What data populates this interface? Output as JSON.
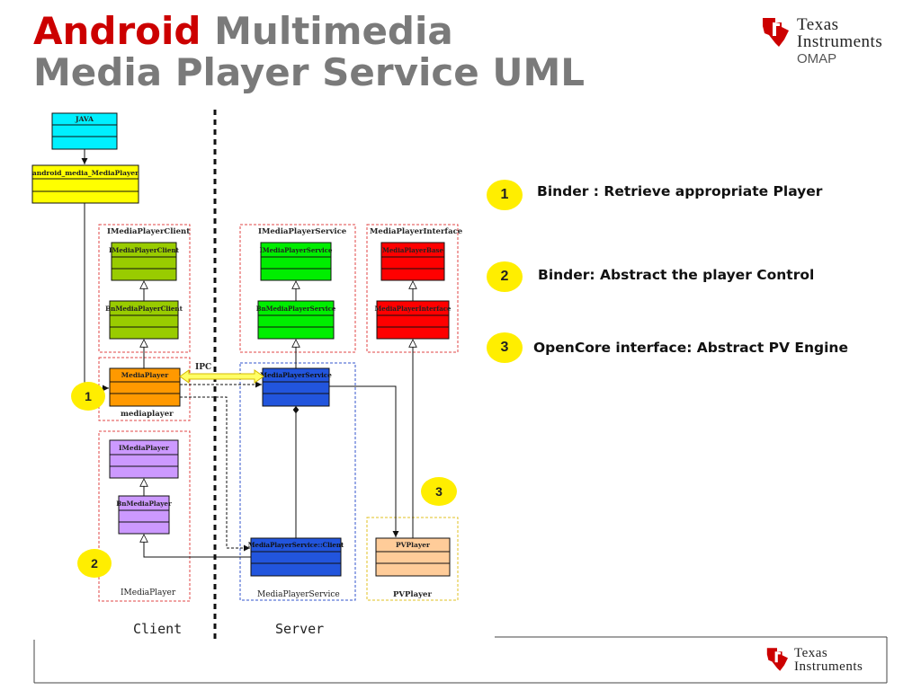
{
  "title": {
    "word1": "Android",
    "word2": " Multimedia",
    "line2": "Media Player Service UML"
  },
  "logo_top": {
    "line1": "Texas",
    "line2": "Instruments",
    "line3": "OMAP"
  },
  "logo_bottom": {
    "line1": "Texas",
    "line2": "Instruments"
  },
  "callouts": [
    {
      "number": "1",
      "text": "Binder : Retrieve appropriate Player"
    },
    {
      "number": "2",
      "text": "Binder: Abstract the player Control"
    },
    {
      "number": "3",
      "text": "OpenCore interface: Abstract PV Engine"
    }
  ],
  "diagram": {
    "classes": {
      "java": "JAVA",
      "android_media": "android_media_MediaPlayer",
      "imp_client": "IMediaPlayerClient",
      "bn_client": "BnMediaPlayerClient",
      "mediaplayer": "MediaPlayer",
      "imediaplayer": "IMediaPlayer",
      "bnmediaplayer": "BnMediaPlayer",
      "imp_service": "IMediaPlayerService",
      "bn_service": "BnMediaPlayerService",
      "mp_service": "MediaPlayerService",
      "mp_client": "MediaPlayerService::Client",
      "mp_base": "MediaPlayerBase",
      "mp_interface": "MediaPlayerInterface",
      "pvplayer": "PVPlayer"
    },
    "packages": {
      "imp_client": "IMediaPlayerClient",
      "imp_service": "IMediaPlayerService",
      "mp_interface": "MediaPlayerInterface",
      "mediaplayer": "mediaplayer",
      "imediaplayer": "IMediaPlayer",
      "mp_service": "MediaPlayerService",
      "pvplayer": "PVPlayer"
    },
    "ipc": "IPC",
    "client": "Client",
    "server": "Server",
    "badges": [
      "1",
      "2",
      "3"
    ]
  },
  "colors": {
    "title_red": "#cc0000",
    "title_gray": "#7a7a7a",
    "badge": "#ffee00",
    "java": "#00f0ff",
    "android_media": "#ffff00",
    "client_iface": "#99cc00",
    "mediaplayer": "#ff9900",
    "imediaplayer": "#cc99ff",
    "service": "#00ee00",
    "service_impl": "#2255dd",
    "mp_interface": "#ff0000",
    "pvplayer": "#ffcc99",
    "ti_red": "#cc0000"
  },
  "icons": [
    "ti-logo-icon"
  ]
}
